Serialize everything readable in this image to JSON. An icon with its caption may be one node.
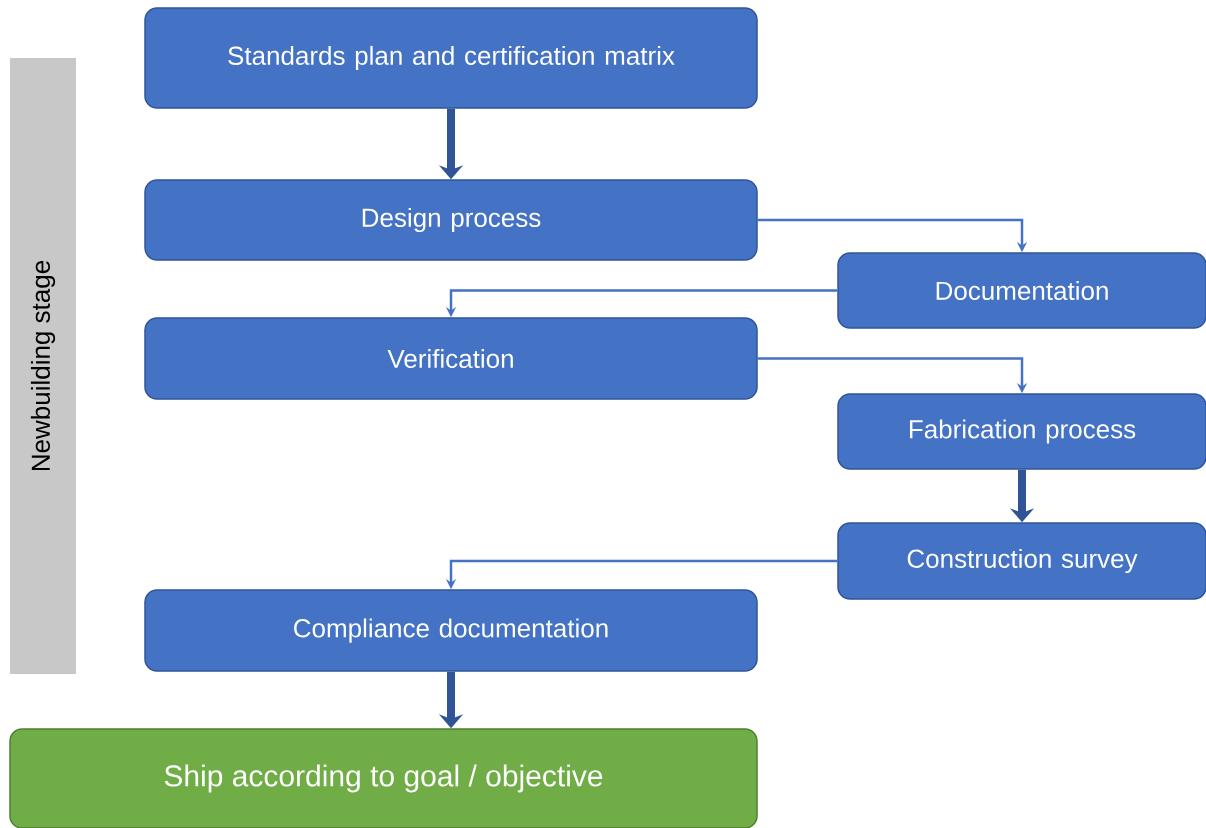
{
  "diagram": {
    "nodes": [
      {
        "text": [
          "Newbuilding stage"
        ]
      },
      {
        "text": [
          "Standards plan and certification matrix"
        ]
      },
      {
        "text": [
          "Design process"
        ]
      },
      {
        "text": [
          "Documentation"
        ]
      },
      {
        "text": [
          "Verification"
        ]
      },
      {
        "text": [
          "Fabrication process"
        ]
      },
      {
        "text": [
          "Construction survey"
        ]
      },
      {
        "text": [
          "Compliance documentation"
        ]
      },
      {
        "text": [
          "Ship according to goal / objective"
        ]
      }
    ],
    "edges": [
      {
        "from": 1,
        "to": 2,
        "arrow": "to",
        "style": "thick"
      },
      {
        "from": 2,
        "to": 3,
        "arrow": "to"
      },
      {
        "from": 3,
        "to": 4,
        "arrow": "to"
      },
      {
        "from": 4,
        "to": 5,
        "arrow": "to"
      },
      {
        "from": 5,
        "to": 6,
        "arrow": "to",
        "style": "thick"
      },
      {
        "from": 6,
        "to": 7,
        "arrow": "to"
      },
      {
        "from": 7,
        "to": 8,
        "arrow": "to",
        "style": "thick"
      }
    ]
  }
}
